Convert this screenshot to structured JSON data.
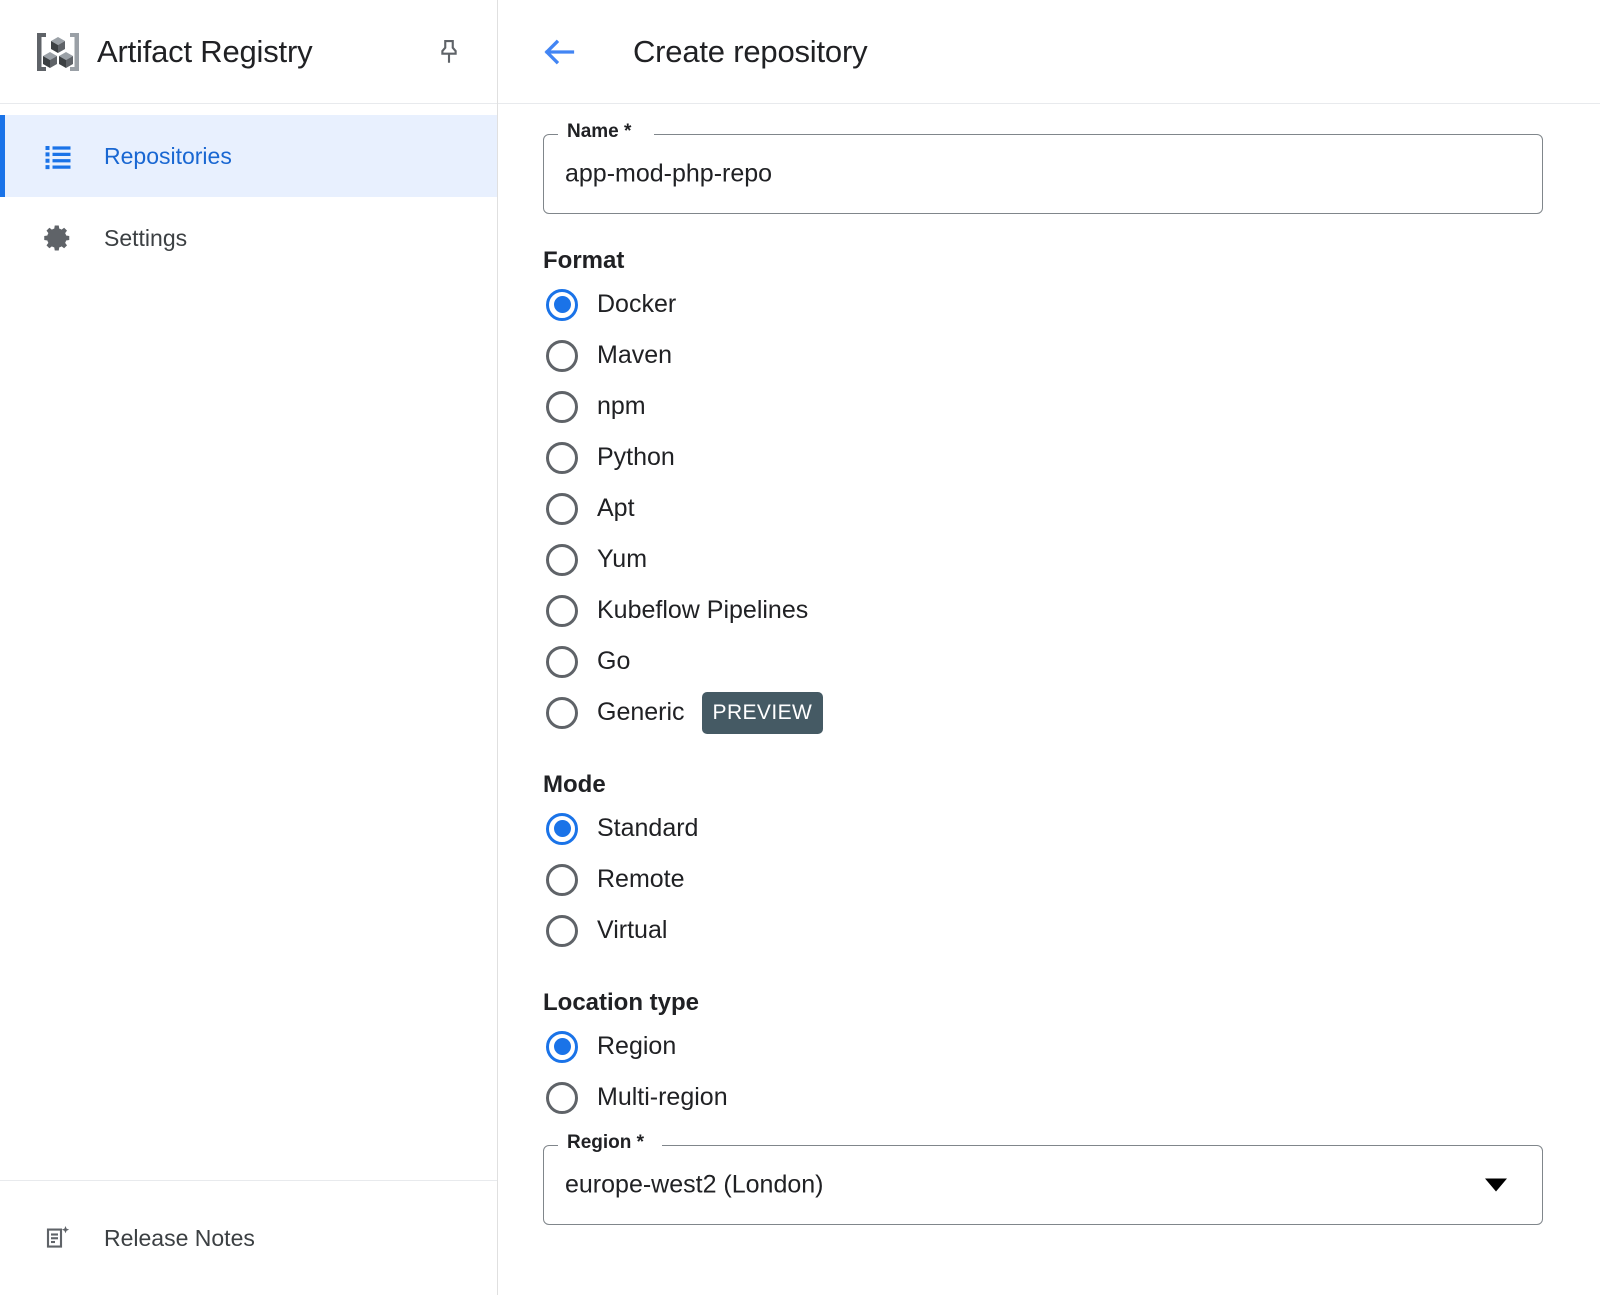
{
  "sidebar": {
    "logo_icon": "artifact-registry-logo",
    "product_title": "Artifact Registry",
    "pin_icon": "pin-icon",
    "items": [
      {
        "label": "Repositories",
        "icon": "list-icon",
        "active": true
      },
      {
        "label": "Settings",
        "icon": "gear-icon",
        "active": false
      }
    ],
    "footer": {
      "label": "Release Notes",
      "icon": "release-notes-icon"
    }
  },
  "header": {
    "back_icon": "back-arrow-icon",
    "title": "Create repository"
  },
  "form": {
    "name_field": {
      "label": "Name *",
      "value": "app-mod-php-repo"
    },
    "format": {
      "title": "Format",
      "options": [
        {
          "label": "Docker",
          "selected": true
        },
        {
          "label": "Maven",
          "selected": false
        },
        {
          "label": "npm",
          "selected": false
        },
        {
          "label": "Python",
          "selected": false
        },
        {
          "label": "Apt",
          "selected": false
        },
        {
          "label": "Yum",
          "selected": false
        },
        {
          "label": "Kubeflow Pipelines",
          "selected": false
        },
        {
          "label": "Go",
          "selected": false
        },
        {
          "label": "Generic",
          "selected": false,
          "badge": "PREVIEW"
        }
      ]
    },
    "mode": {
      "title": "Mode",
      "options": [
        {
          "label": "Standard",
          "selected": true
        },
        {
          "label": "Remote",
          "selected": false
        },
        {
          "label": "Virtual",
          "selected": false
        }
      ]
    },
    "location_type": {
      "title": "Location type",
      "options": [
        {
          "label": "Region",
          "selected": true
        },
        {
          "label": "Multi-region",
          "selected": false
        }
      ]
    },
    "region_field": {
      "label": "Region *",
      "value": "europe-west2 (London)",
      "arrow_icon": "chevron-down-icon"
    }
  },
  "colors": {
    "accent": "#1a73e8",
    "active_nav_bg": "#e8f0fe",
    "badge_bg": "#455a64",
    "border": "#80868b"
  }
}
